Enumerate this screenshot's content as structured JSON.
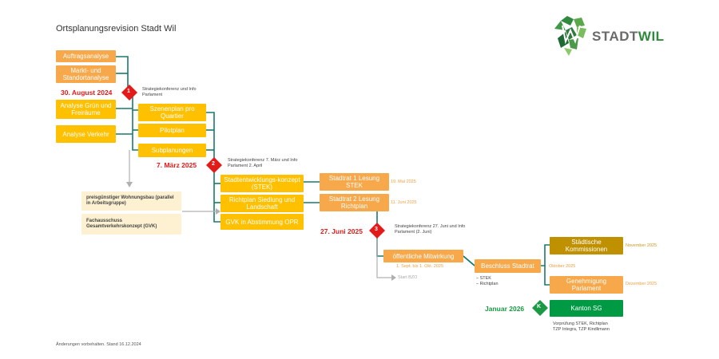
{
  "title": "Ortsplanungsrevision Stadt Wil",
  "footer": "Änderungen vorbehalten. Stand 16.12.2024",
  "logo": {
    "text_a": "STADT",
    "text_b": "WIL"
  },
  "colors": {
    "teal": "#1a7a6e",
    "yellow": "#ffc000",
    "orange": "#f7a84a",
    "brown": "#bf9000",
    "green": "#009a44",
    "red": "#e31a1a"
  },
  "boxes": {
    "auftragsanalyse": "Auftragsanalyse",
    "markt": "Markt- und Standortanalyse",
    "gruen": "Analyse Grün und Freiräume",
    "verkehr": "Analyse Verkehr",
    "szenen": "Szenenplan pro Quartier",
    "pilot": "Pilotplan",
    "subplan": "Subplanungen",
    "stek": "Stadtentwicklungs-konzept (STEK)",
    "richtplan": "Richtplan Siedlung und Landschaft",
    "gvk": "GVK in Abstimmung OPR",
    "stadtrat1": "Stadtrat 1 Lesung STEK",
    "stadtrat2": "Stadtrat 2 Lesung Richtplan",
    "mitwirkung": "öffentliche Mitwirkung",
    "beschluss": "Beschluss Stadtrat",
    "kommissionen": "Städtische Kommissionen",
    "genehmigung": "Genehmigung Parlament",
    "kanton": "Kanton SG"
  },
  "pale": {
    "wohnungsbau": "preisgünstiger Wohnungsbau (parallel in Arbeitsgruppe)",
    "fachausschuss": "Fachausschuss Gesamtverkehrskonzept (GVK)"
  },
  "milestones": [
    {
      "num": "1",
      "date": "30. August 2024",
      "note": "Strategiekonferenz und Info Parlament"
    },
    {
      "num": "2",
      "date": "7. März 2025",
      "note": "Strategiekonferenz 7. März und Info Parlament 2. April"
    },
    {
      "num": "3",
      "date": "27. Juni 2025",
      "note": "Strategiekonferenz 27. Juni und Info Parlament (2. Juni)"
    },
    {
      "num": "K",
      "date": "Januar 2026",
      "note": ""
    }
  ],
  "dates": {
    "stadtrat1": "19. Mai 2025",
    "stadtrat2": "11. Juni 2025",
    "mitwirkung": "1. Sept. bis 1. Okt. 2025",
    "beschluss": "Oktober 2025",
    "kommissionen": "November 2025",
    "genehmigung": "Dezember 2025"
  },
  "notes": {
    "start_bzo": "Start BZO",
    "stek_list": "–   STEK",
    "richtplan_list": "–   Richtplan",
    "kanton_1": "Vorprüfung STEK, Richtplan",
    "kanton_2": "TZP Integra, TZP Kindlimann"
  }
}
